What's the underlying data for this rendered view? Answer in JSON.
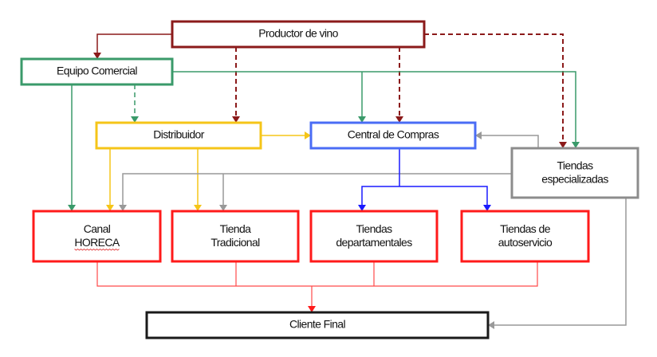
{
  "diagram": {
    "colors": {
      "producer": "#8b1a1a",
      "commercial": "#3a9a6a",
      "distributor": "#f5c518",
      "central": "#4a6cf5",
      "specialized": "#8c8c8c",
      "retail": "#ff1a1a",
      "client": "#1a1a1a",
      "blue_arrow": "#1a1aff",
      "gray_arrow": "#999999",
      "red_arrow": "#ff2a2a"
    },
    "nodes": {
      "productor": {
        "lines": [
          "Productor de vino"
        ]
      },
      "equipo": {
        "lines": [
          "Equipo Comercial"
        ]
      },
      "distribuidor": {
        "lines": [
          "Distribuidor"
        ]
      },
      "central": {
        "lines": [
          "Central de Compras"
        ]
      },
      "especializadas": {
        "lines": [
          "Tiendas",
          "especializadas"
        ]
      },
      "horeca": {
        "lines": [
          "Canal",
          "HORECA"
        ]
      },
      "tradicional": {
        "lines": [
          "Tienda",
          "Tradicional"
        ]
      },
      "departamentales": {
        "lines": [
          "Tiendas",
          "departamentales"
        ]
      },
      "autoservicio": {
        "lines": [
          "Tiendas de",
          "autoservicio"
        ]
      },
      "cliente": {
        "lines": [
          "Cliente Final"
        ]
      }
    }
  }
}
